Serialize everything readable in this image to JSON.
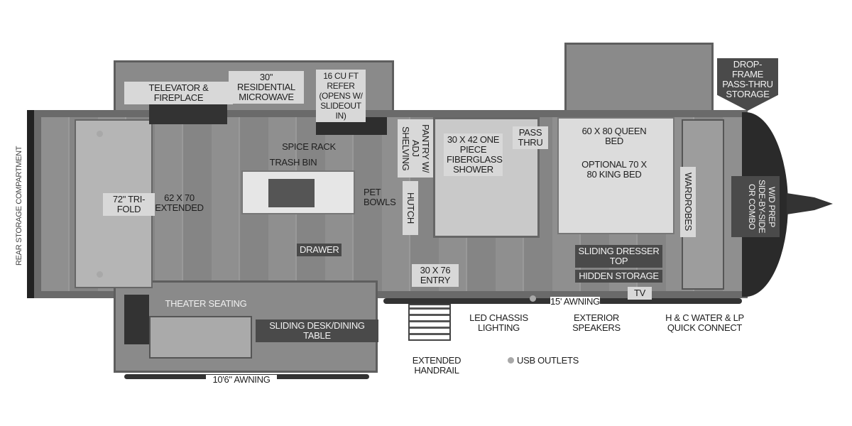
{
  "labels": {
    "rear_storage": "REAR STORAGE COMPARTMENT",
    "televator": "TELEVATOR & FIREPLACE",
    "microwave": "30\" RESIDENTIAL MICROWAVE",
    "refer": "16 CU FT REFER (OPENS w/ SLIDEOUT IN)",
    "spice_rack": "SPICE RACK",
    "trash_bin": "TRASH BIN",
    "trifold": "72\" TRI-FOLD",
    "extended": "62 x 70 EXTENDED",
    "pet_bowls": "PET BOWLS",
    "pantry": "PANTRY w/ ADJ SHELVING",
    "hutch": "HUTCH",
    "shower": "30 x 42 ONE PIECE FIBERGLASS SHOWER",
    "pass_thru": "PASS THRU",
    "queen_bed": "60 x 80 QUEEN BED",
    "king_bed": "OPTIONAL 70 x 80 KING BED",
    "wardrobes": "WARDROBES",
    "drop_frame": "DROP-FRAME PASS-THRU STORAGE",
    "wd_prep": "W/D PREP SIDE-BY-SIDE or COMBO",
    "drawer": "DRAWER",
    "theater": "THEATER SEATING",
    "desk": "SLIDING DESK/DINING TABLE",
    "entry": "30 x 76 ENTRY",
    "dresser": "SLIDING DRESSER TOP",
    "hidden_storage": "HIDDEN STORAGE",
    "tv": "TV",
    "awning_15": "15' AWNING",
    "led": "LED CHASSIS LIGHTING",
    "speakers": "EXTERIOR SPEAKERS",
    "water": "H & C WATER & LP QUICK CONNECT",
    "handrail": "EXTENDED HANDRAIL",
    "usb": "USB OUTLETS",
    "awning_10": "10'6\" AWNING"
  },
  "colors": {
    "wall": "#8a8a8a",
    "cap": "#2a2a2a",
    "usb_dot": "#a8a8a8"
  }
}
